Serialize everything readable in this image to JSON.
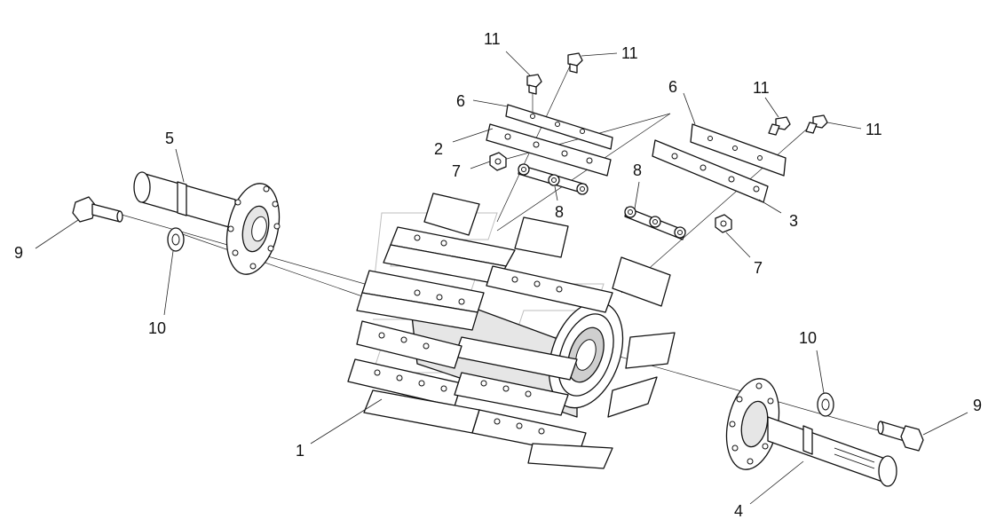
{
  "callouts": {
    "c1": "1",
    "c2": "2",
    "c3": "3",
    "c4": "4",
    "c5": "5",
    "c6a": "6",
    "c6b": "6",
    "c7a": "7",
    "c7b": "7",
    "c8a": "8",
    "c8b": "8",
    "c9a": "9",
    "c9b": "9",
    "c10a": "10",
    "c10b": "10",
    "c11a": "11",
    "c11b": "11",
    "c11c": "11",
    "c11d": "11"
  }
}
